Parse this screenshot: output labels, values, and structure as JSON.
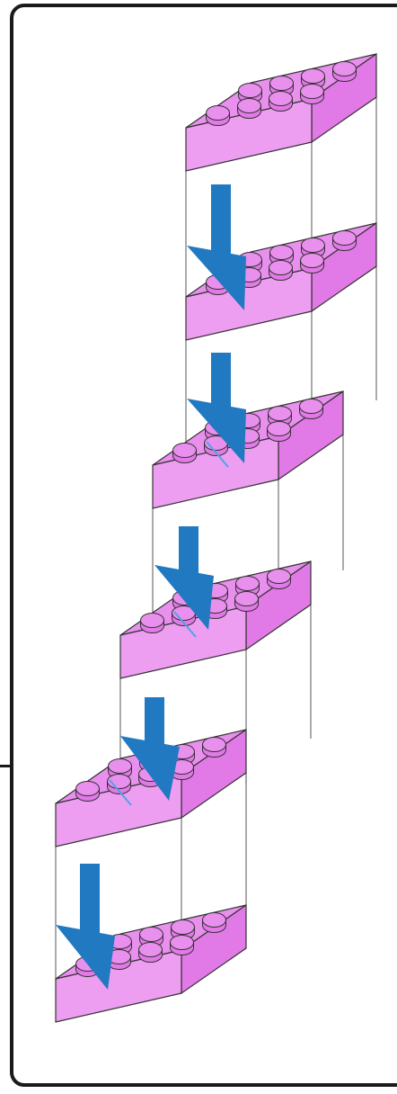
{
  "diagram": {
    "colors": {
      "brick_face": "#EE9EF1",
      "brick_top": "#E98FED",
      "brick_side": "#E179E6",
      "outline": "#333333",
      "arrow": "#2079C1",
      "seam_highlight": "#4FA2E8",
      "frame": "#1a1a1a",
      "background": "#ffffff"
    },
    "bricks": [
      {
        "id": "brick-1",
        "studs": "2x4"
      },
      {
        "id": "brick-2",
        "studs": "2x4"
      },
      {
        "id": "brick-3",
        "studs": "2x4"
      },
      {
        "id": "brick-4",
        "studs": "2x4"
      },
      {
        "id": "brick-5",
        "studs": "2x4"
      },
      {
        "id": "brick-6",
        "studs": "2x4"
      }
    ],
    "arrows": [
      {
        "id": "arrow-1",
        "icon": "arrow-down-icon"
      },
      {
        "id": "arrow-2",
        "icon": "arrow-down-icon"
      },
      {
        "id": "arrow-3",
        "icon": "arrow-down-icon"
      },
      {
        "id": "arrow-4",
        "icon": "arrow-down-icon"
      },
      {
        "id": "arrow-5",
        "icon": "arrow-down-icon"
      }
    ]
  }
}
